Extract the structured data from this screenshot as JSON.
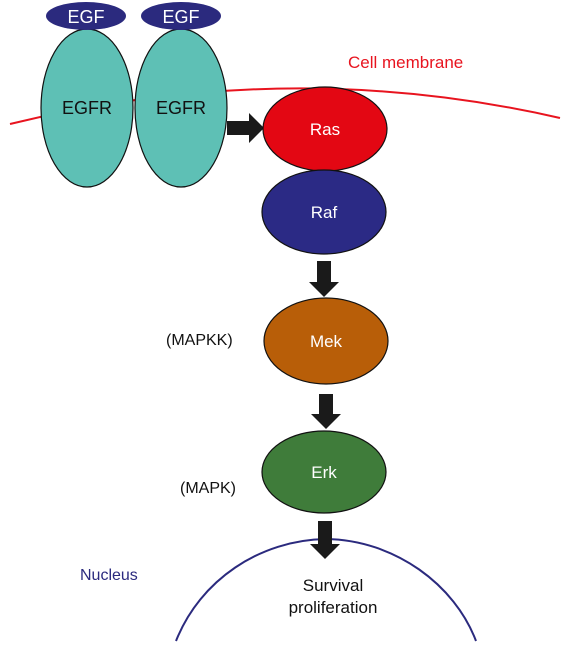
{
  "membrane": {
    "label": "Cell membrane",
    "color": "#e8141f"
  },
  "nucleus": {
    "label": "Nucleus",
    "color": "#2b2a7e"
  },
  "ligands": [
    {
      "label": "EGF",
      "color": "#2b2a7e",
      "text_color": "#ffffff"
    },
    {
      "label": "EGF",
      "color": "#2b2a7e",
      "text_color": "#ffffff"
    }
  ],
  "receptors": [
    {
      "label": "EGFR",
      "color": "#5ec0b5",
      "text_color": "#111111"
    },
    {
      "label": "EGFR",
      "color": "#5ec0b5",
      "text_color": "#111111"
    }
  ],
  "pathway": [
    {
      "id": "ras",
      "label": "Ras",
      "color": "#e30713",
      "text_color": "#ffffff",
      "annotation": ""
    },
    {
      "id": "raf",
      "label": "Raf",
      "color": "#2b2a85",
      "text_color": "#ffffff",
      "annotation": ""
    },
    {
      "id": "mek",
      "label": "Mek",
      "color": "#b85e08",
      "text_color": "#ffffff",
      "annotation": "(MAPKK)"
    },
    {
      "id": "erk",
      "label": "Erk",
      "color": "#3f7c3a",
      "text_color": "#ffffff",
      "annotation": "(MAPK)"
    }
  ],
  "outcome": {
    "line1": "Survival",
    "line2": "proliferation"
  },
  "arrow_color": "#1a1a1a",
  "outline_color": "#111111"
}
